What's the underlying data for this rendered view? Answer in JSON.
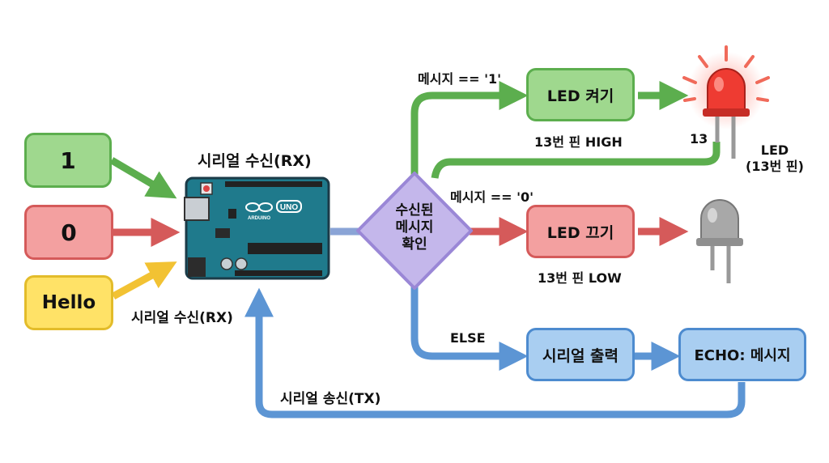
{
  "inputs": {
    "one": "1",
    "zero": "0",
    "hello": "Hello"
  },
  "arduino": {
    "title": "시리얼 수신(RX)",
    "rx_label": "시리얼 수신(RX)",
    "logo_text": "UNO",
    "brand": "ARDUINO"
  },
  "decision": {
    "line1": "수신된",
    "line2": "메시지",
    "line3": "확인"
  },
  "branches": {
    "cond_one": "메시지 == '1'",
    "cond_zero": "메시지 == '0'",
    "cond_else": "ELSE",
    "led_on": "LED 켜기",
    "led_on_note": "13번 핀 HIGH",
    "led_off": "LED 끄기",
    "led_off_note": "13번 핀 LOW",
    "serial_out": "시리얼 출력",
    "echo": "ECHO: 메시지",
    "tx_label": "시리얼 송신(TX)"
  },
  "led": {
    "pin_number": "13",
    "label_line1": "LED",
    "label_line2": "(13번 핀)"
  },
  "colors": {
    "green": "#5cae4e",
    "red": "#d55a5a",
    "yellow": "#f2c233",
    "blue": "#5c95d4",
    "purple": "#b5a6e0",
    "board": "#1f7a8c"
  }
}
